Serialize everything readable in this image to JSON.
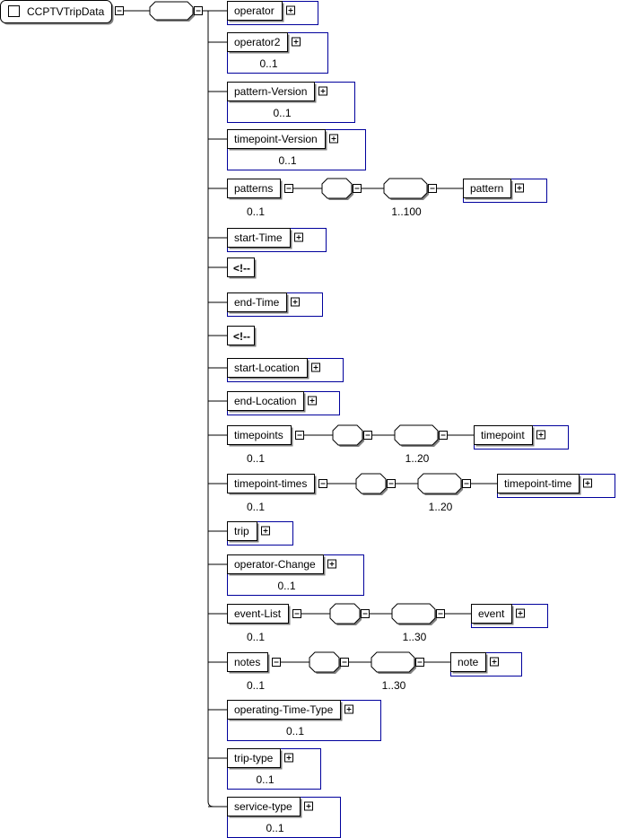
{
  "root": {
    "label": "CCPTVTripData"
  },
  "children": [
    {
      "name": "operator",
      "occurrence": ""
    },
    {
      "name": "operator2",
      "occurrence": "0..1"
    },
    {
      "name": "pattern-Version",
      "occurrence": "0..1"
    },
    {
      "name": "timepoint-Version",
      "occurrence": "0..1"
    },
    {
      "name": "patterns",
      "occurrence": "0..1",
      "seq_occurrence": "1..100",
      "child": "pattern"
    },
    {
      "name": "start-Time",
      "occurrence": ""
    },
    {
      "comment": "<!--"
    },
    {
      "name": "end-Time",
      "occurrence": ""
    },
    {
      "comment": "<!--"
    },
    {
      "name": "start-Location",
      "occurrence": ""
    },
    {
      "name": "end-Location",
      "occurrence": ""
    },
    {
      "name": "timepoints",
      "occurrence": "0..1",
      "seq_occurrence": "1..20",
      "child": "timepoint"
    },
    {
      "name": "timepoint-times",
      "occurrence": "0..1",
      "seq_occurrence": "1..20",
      "child": "timepoint-time"
    },
    {
      "name": "trip",
      "occurrence": ""
    },
    {
      "name": "operator-Change",
      "occurrence": "0..1"
    },
    {
      "name": "event-List",
      "occurrence": "0..1",
      "seq_occurrence": "1..30",
      "child": "event"
    },
    {
      "name": "notes",
      "occurrence": "0..1",
      "seq_occurrence": "1..30",
      "child": "note"
    },
    {
      "name": "operating-Time-Type",
      "occurrence": "0..1"
    },
    {
      "name": "trip-type",
      "occurrence": "0..1"
    },
    {
      "name": "service-type",
      "occurrence": "0..1"
    }
  ]
}
